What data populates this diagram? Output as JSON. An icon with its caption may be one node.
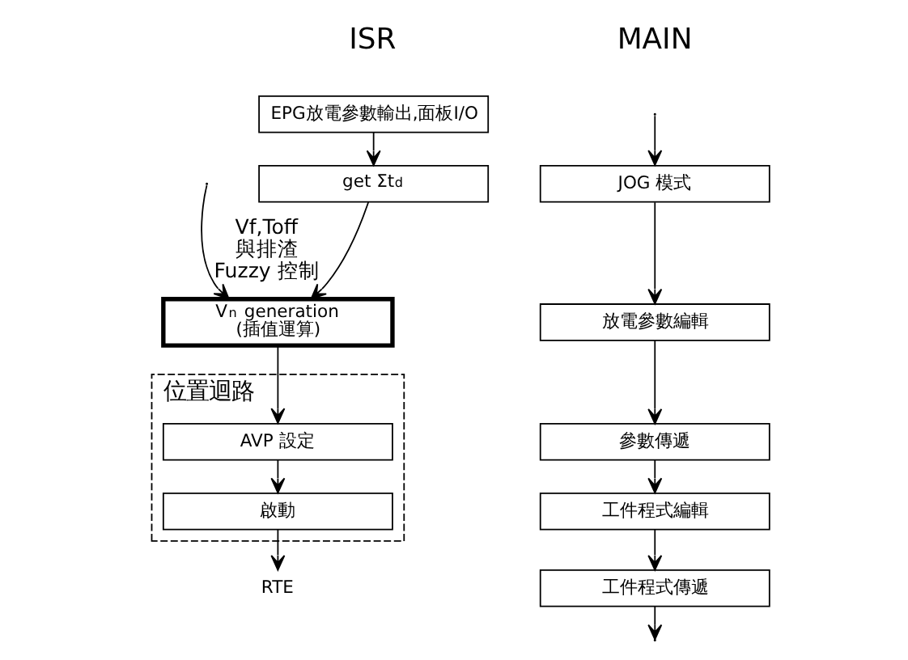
{
  "diagram": {
    "nodes": [
      {
        "text": [
          "EPG放電參數輸出,面板I/O"
        ]
      },
      {
        "text": [
          "get Σt$_{d}$"
        ]
      },
      {
        "text": [
          "V$_{n}$ generation (插值運算)"
        ]
      },
      {
        "text": [
          "位置迴路"
        ]
      },
      {
        "text": [
          "AVP 設定"
        ],
        "in": 3
      },
      {
        "text": [
          "啟動"
        ],
        "in": 3
      },
      {
        "text": [
          "RTE"
        ]
      },
      {
        "text": [
          "JOG 模式"
        ]
      },
      {
        "text": [
          "放電參數編輯"
        ]
      },
      {
        "text": [
          "參數傳遞"
        ]
      },
      {
        "text": [
          "工件程式編輯"
        ]
      },
      {
        "text": [
          "工件程式傳遞"
        ]
      }
    ],
    "edges": [
      {
        "from": 0,
        "to": 1,
        "arrow": "to"
      },
      {
        "from": 1,
        "to": 2,
        "arrow": "to"
      },
      {
        "from": 2,
        "to": 4,
        "arrow": "to"
      },
      {
        "from": 4,
        "to": 5,
        "arrow": "to"
      },
      {
        "from": 5,
        "to": 6,
        "arrow": "to"
      },
      {
        "from": null,
        "to": 2,
        "arrow": "to",
        "label": "Vf,Toff 與排渣 Fuzzy 控制"
      },
      {
        "from": null,
        "to": 7,
        "arrow": "to"
      },
      {
        "from": 7,
        "to": 8,
        "arrow": "to"
      },
      {
        "from": 8,
        "to": 9,
        "arrow": "to"
      },
      {
        "from": 9,
        "to": 10,
        "arrow": "to"
      },
      {
        "from": 10,
        "to": 11,
        "arrow": "to"
      },
      {
        "from": 11,
        "to": null,
        "arrow": "to"
      }
    ],
    "labels": [
      "ISR",
      "MAIN"
    ]
  }
}
